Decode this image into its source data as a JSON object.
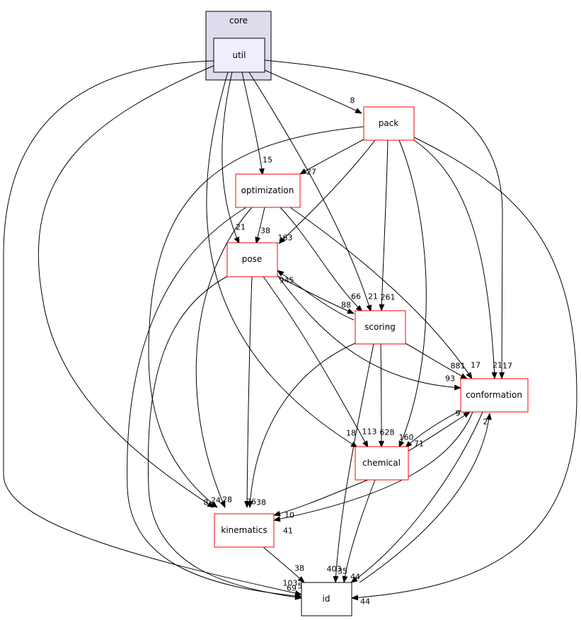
{
  "cluster": {
    "label": "core"
  },
  "nodes": {
    "util": "util",
    "pack": "pack",
    "optimization": "optimization",
    "pose": "pose",
    "scoring": "scoring",
    "conformation": "conformation",
    "chemical": "chemical",
    "kinematics": "kinematics",
    "id": "id"
  },
  "edges": {
    "util_pack": "8",
    "util_optimization": "15",
    "util_pose": "21",
    "util_scoring": "21",
    "pack_optimization": "27",
    "pack_pose": "163",
    "pack_scoring": "261",
    "pack_conformation": "21",
    "util_conformation": "17",
    "optimization_pose": "38",
    "optimization_scoring": "66",
    "optimization_conformation": "17",
    "pose_scoring": "88",
    "scoring_pose": "945",
    "scoring_conformation": "881",
    "pose_conformation": "93",
    "conformation_chemical": "71",
    "chemical_conformation": "9",
    "pack_chemical": "160",
    "scoring_chemical": "628",
    "pose_chemical": "113",
    "util_chemical": "18",
    "conformation_id": "2",
    "chemical_kinematics": "10",
    "conformation_kinematics": "41",
    "pose_kinematics": "76",
    "scoring_kinematics": "38",
    "optimization_kinematics": "28",
    "pack_kinematics": "24",
    "util_kinematics": "8",
    "kinematics_id": "38",
    "scoring_id": "403",
    "chemical_id": "35",
    "conformation_id_b": "44",
    "pack_id": "44",
    "util_id": "103",
    "pose_id": "69",
    "optimization_id": "5"
  }
}
